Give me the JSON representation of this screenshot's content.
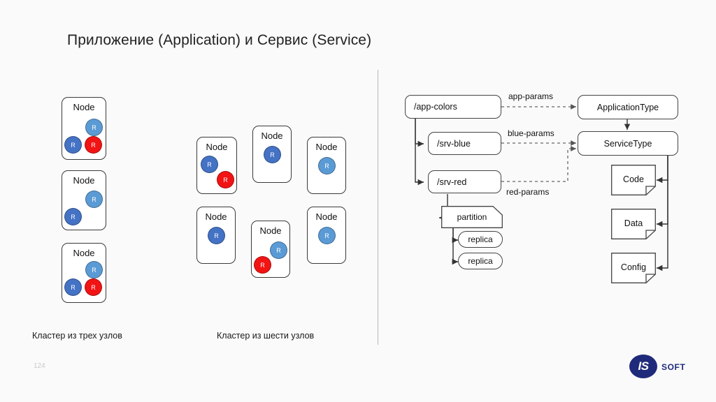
{
  "slide": {
    "title": "Приложение (Application) и Сервис (Service)",
    "page_number": "124",
    "background_color": "#fafafa"
  },
  "logo": {
    "mark_text": "IS",
    "word_text": "SOFT",
    "color": "#1f2a7a"
  },
  "colors": {
    "replica_light": "#5b9bd5",
    "replica_dark": "#4472c4",
    "replica_red": "#f21414",
    "box_border": "#3a3a3a",
    "divider": "#b6b6b6"
  },
  "clusters": [
    {
      "caption": "Кластер из трех узлов",
      "nodes": [
        {
          "label": "Node",
          "replicas": [
            {
              "text": "R",
              "kind": "light"
            },
            {
              "text": "R",
              "kind": "dark"
            },
            {
              "text": "R",
              "kind": "red"
            }
          ]
        },
        {
          "label": "Node",
          "replicas": [
            {
              "text": "R",
              "kind": "light"
            },
            {
              "text": "R",
              "kind": "dark"
            }
          ]
        },
        {
          "label": "Node",
          "replicas": [
            {
              "text": "R",
              "kind": "light"
            },
            {
              "text": "R",
              "kind": "dark"
            },
            {
              "text": "R",
              "kind": "red"
            }
          ]
        }
      ]
    },
    {
      "caption": "Кластер из шести узлов",
      "nodes": [
        {
          "label": "Node",
          "replicas": [
            {
              "text": "R",
              "kind": "dark"
            },
            {
              "text": "R",
              "kind": "red"
            }
          ]
        },
        {
          "label": "Node",
          "replicas": [
            {
              "text": "R",
              "kind": "dark"
            }
          ]
        },
        {
          "label": "Node",
          "replicas": [
            {
              "text": "R",
              "kind": "light"
            }
          ]
        },
        {
          "label": "Node",
          "replicas": [
            {
              "text": "R",
              "kind": "dark"
            }
          ]
        },
        {
          "label": "Node",
          "replicas": [
            {
              "text": "R",
              "kind": "light"
            },
            {
              "text": "R",
              "kind": "red"
            }
          ]
        },
        {
          "label": "Node",
          "replicas": [
            {
              "text": "R",
              "kind": "light"
            }
          ]
        }
      ]
    }
  ],
  "graph": {
    "boxes": {
      "app_colors": "/app-colors",
      "srv_blue": "/srv-blue",
      "srv_red": "/srv-red",
      "application_type": "ApplicationType",
      "service_type": "ServiceType"
    },
    "edge_labels": {
      "app_params": "app-params",
      "blue_params": "blue-params",
      "red_params": "red-params"
    },
    "partition": "partition",
    "replicas": [
      "replica",
      "replica"
    ],
    "documents": [
      "Code",
      "Data",
      "Config"
    ]
  }
}
